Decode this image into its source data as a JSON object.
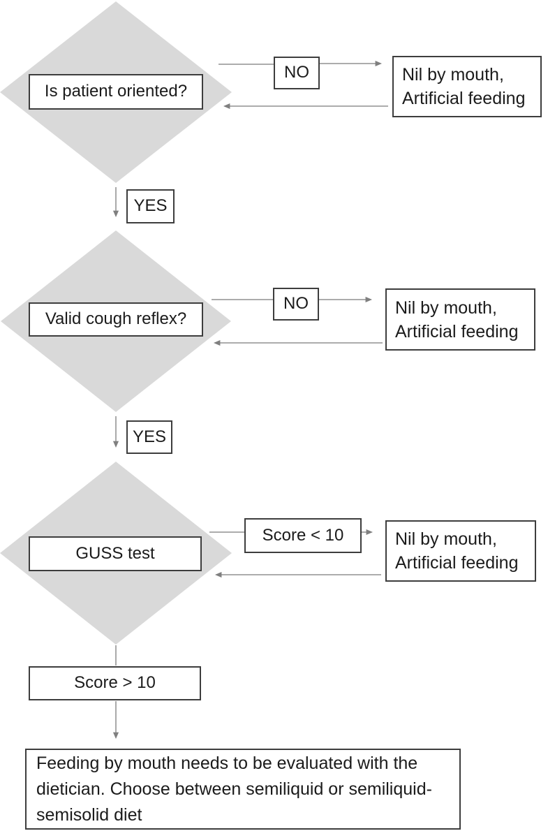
{
  "flowchart": {
    "nodes": {
      "question1": "Is patient oriented?",
      "no1": "NO",
      "nil1": "Nil by mouth,\nArtificial feeding",
      "yes1": "YES",
      "question2": "Valid cough reflex?",
      "no2": "NO",
      "nil2": "Nil by mouth,\nArtificial feeding",
      "yes2": "YES",
      "question3": "GUSS test",
      "score_less": "Score < 10",
      "nil3": "Nil by mouth,\nArtificial feeding",
      "score_greater": "Score > 10",
      "outcome": "Feeding by mouth needs to be evaluated with the dietician. Choose between semiliquid or semiliquid-semisolid diet"
    },
    "colors": {
      "diamond_fill": "#d9d9d9",
      "box_background": "#ffffff",
      "box_border": "#3d3d3d",
      "connector_line": "#a0a0a0",
      "arrowhead": "#7f7f7f",
      "text": "#1b1b1b",
      "page_background": "#ffffff"
    }
  }
}
